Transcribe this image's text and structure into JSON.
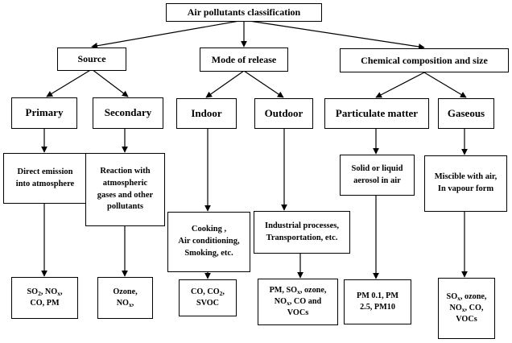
{
  "nodes": {
    "root": {
      "text": "Air pollutants classification"
    },
    "source": {
      "text": "Source"
    },
    "mode": {
      "text": "Mode of release"
    },
    "chem": {
      "text": "Chemical composition  and size"
    },
    "primary": {
      "text": "Primary"
    },
    "secondary": {
      "text": "Secondary"
    },
    "indoor": {
      "text": "Indoor"
    },
    "outdoor": {
      "text": "Outdoor"
    },
    "particulate": {
      "text": "Particulate matter"
    },
    "gaseous": {
      "text": "Gaseous"
    },
    "primary_desc": {
      "line1": "Direct emission",
      "line2": "into atmosphere"
    },
    "secondary_desc": {
      "line1": "Reaction with",
      "line2": "atmospheric",
      "line3": "gases and other",
      "line4": "pollutants"
    },
    "indoor_desc": {
      "line1": "Cooking ,",
      "line2": "Air conditioning,",
      "line3": "Smoking, etc."
    },
    "outdoor_desc": {
      "line1": "Industrial processes,",
      "line2": "Transportation, etc."
    },
    "particulate_desc": {
      "line1": "Solid or liquid",
      "line2": "aerosol in air"
    },
    "gaseous_desc": {
      "line1": "Miscible with air,",
      "line2": "In vapour form"
    },
    "primary_ex": {
      "l1a": "SO",
      "l1b": "2",
      "l1c": ", NO",
      "l1d": "x",
      "l1e": ",",
      "line2": "CO, PM"
    },
    "secondary_ex": {
      "line1": "Ozone,",
      "l2a": "NO",
      "l2b": "x",
      "l2c": ","
    },
    "indoor_ex": {
      "l1a": "CO, CO",
      "l1b": "2",
      "l1c": ",",
      "line2": "SVOC"
    },
    "outdoor_ex": {
      "l1a": "PM, SO",
      "l1b": "x",
      "l1c": ", ozone,",
      "l2a": "NO",
      "l2b": "x",
      "l2c": ", CO and",
      "line3": "VOCs"
    },
    "particulate_ex": {
      "line1": "PM 0.1, PM",
      "line2": "2.5, PM10"
    },
    "gaseous_ex": {
      "l1a": "SO",
      "l1b": "x",
      "l1c": ", ozone,",
      "l2a": "NO",
      "l2b": "x",
      "l2c": ", CO,",
      "line3": "VOCs"
    }
  },
  "colors": {
    "line": "#000000",
    "box_fill": "#ffffff",
    "text": "#000000"
  }
}
